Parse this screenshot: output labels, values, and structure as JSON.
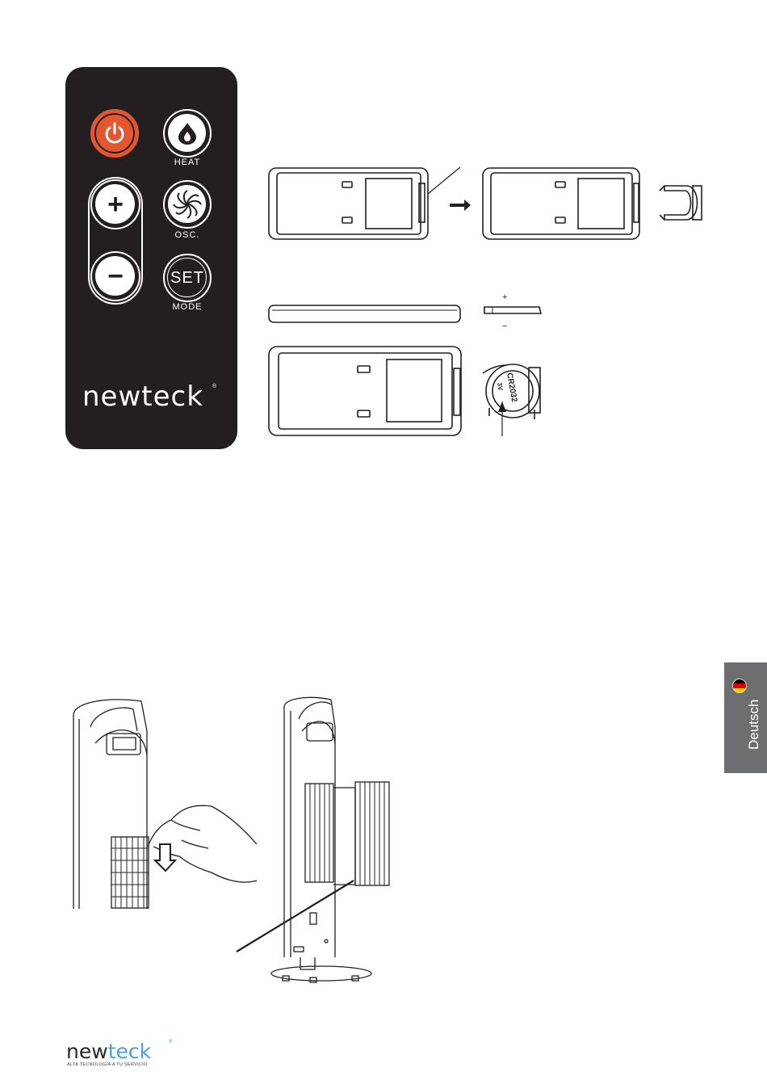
{
  "remote": {
    "heat_label": "HEAT",
    "osc_label": "OSC.",
    "set_text": "SET",
    "mode_label": "MODE",
    "plus_symbol": "+",
    "minus_symbol": "−",
    "brand": "newteck",
    "brand_reg": "®",
    "power_color": "#e4572e"
  },
  "battery_diagram": {
    "plus_sign": "+",
    "minus_sign": "−",
    "battery_model": "CR2032",
    "battery_voltage": "3V"
  },
  "language_tab": {
    "label": "Deutsch",
    "flag_colors": [
      "#000000",
      "#dd0000",
      "#ffce00"
    ],
    "background": "#6d6e70"
  },
  "footer_logo": {
    "word_a": "new",
    "word_b": "teck",
    "reg": "®",
    "tagline": "ALTA TECNOLOGÍA A TU SERVICIO",
    "accent": "#44a3d8"
  }
}
